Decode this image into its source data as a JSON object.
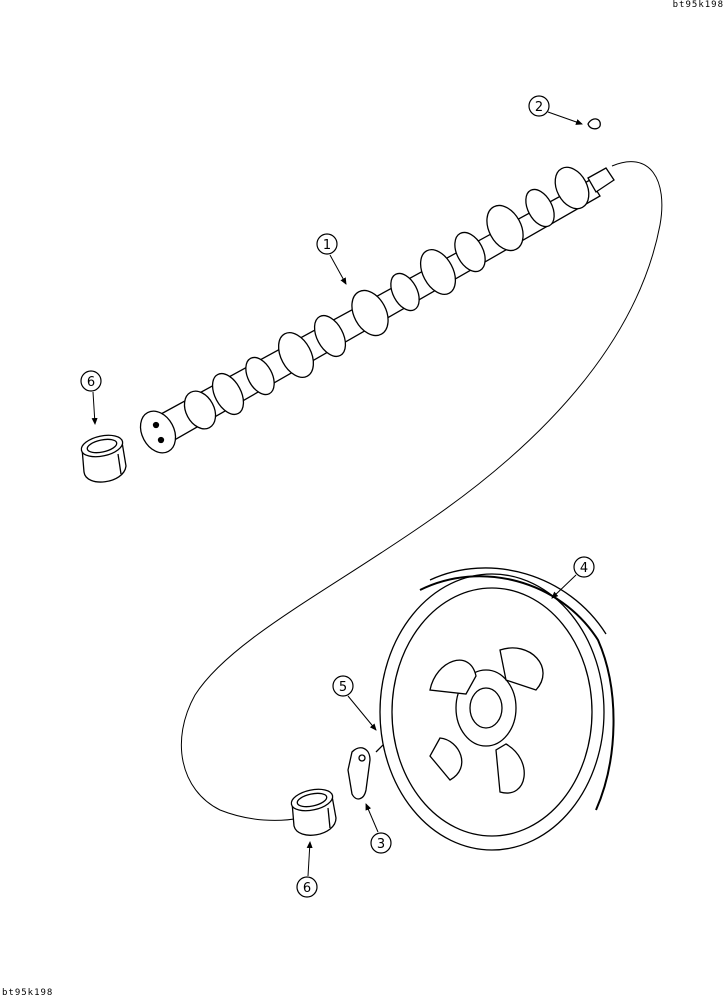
{
  "reference_code_top": "bt95k198",
  "reference_code_bottom": "bt95k198",
  "callouts": {
    "c1": "1",
    "c2": "2",
    "c3": "3",
    "c4": "4",
    "c5": "5",
    "c6a": "6",
    "c6b": "6"
  },
  "parts": [
    {
      "callout": "1",
      "icon": "camshaft-icon"
    },
    {
      "callout": "2",
      "icon": "woodruff-key-icon"
    },
    {
      "callout": "3",
      "icon": "thrust-plate-icon"
    },
    {
      "callout": "4",
      "icon": "camshaft-gear-icon"
    },
    {
      "callout": "5",
      "icon": "cap-screw-icon"
    },
    {
      "callout": "6",
      "icon": "camshaft-bushing-icon"
    }
  ],
  "colors": {
    "line": "#000000",
    "background": "#ffffff"
  }
}
